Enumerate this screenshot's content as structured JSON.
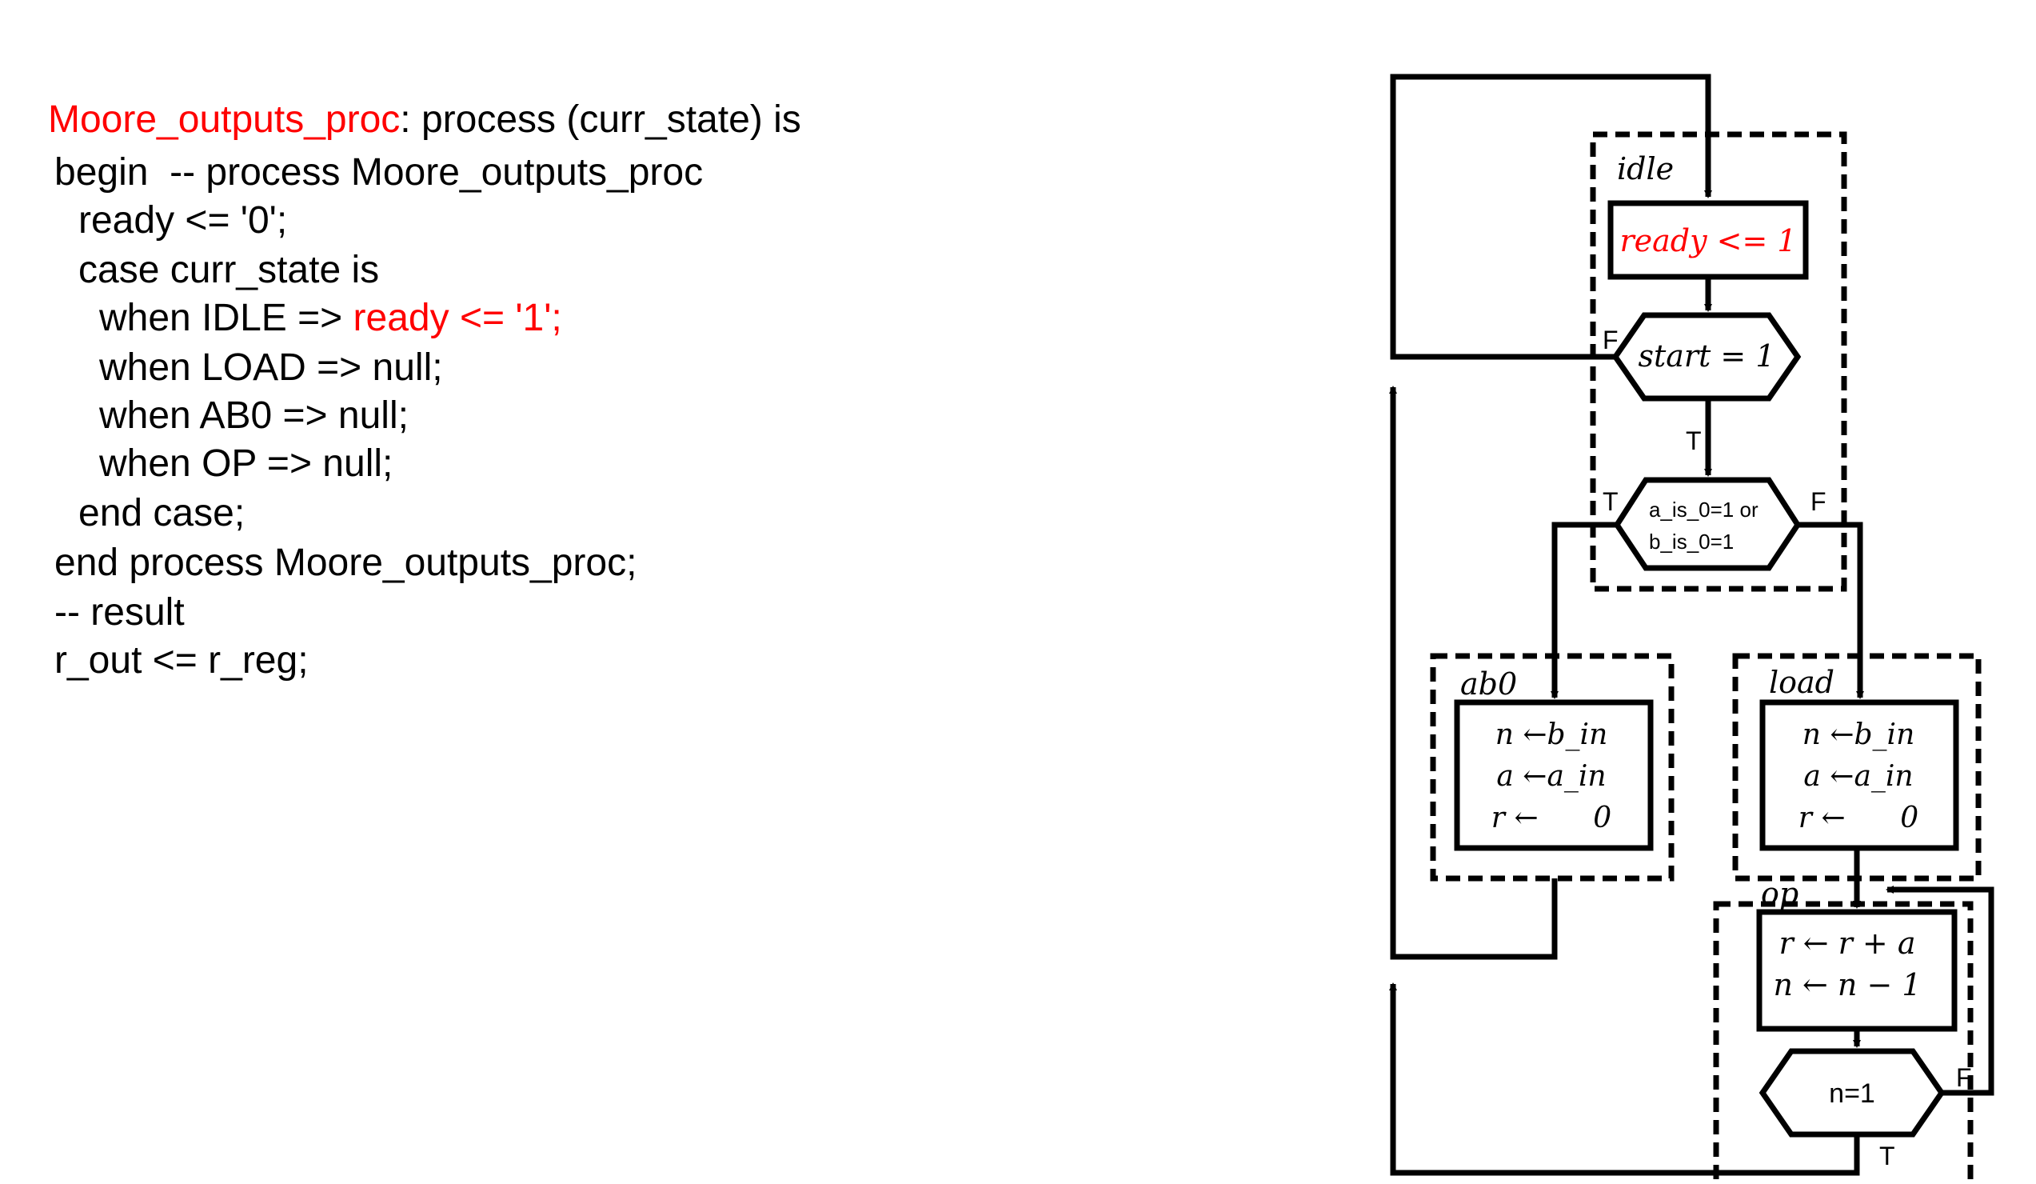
{
  "code": {
    "line1_name": "Moore_outputs_proc",
    "line1_rest": ": process (curr_state) is",
    "line2": "begin  -- process Moore_outputs_proc",
    "line3": "ready <= '0';",
    "line4": "case curr_state is",
    "line5_a": "when IDLE => ",
    "line5_b": "ready <= '1';",
    "line6": "when LOAD => null;",
    "line7": "when AB0 => null;",
    "line8": "when OP => null;",
    "line9": "end case;",
    "line10": "end process Moore_outputs_proc;",
    "line11": "-- result",
    "line12": "r_out <= r_reg;"
  },
  "diagram": {
    "states": {
      "idle": "idle",
      "ab0": "ab0",
      "load": "load",
      "op": "op"
    },
    "idle_box": "ready <= 1",
    "start_cond": "start = 1",
    "zero_cond_1": "a_is_0=1 or",
    "zero_cond_2": "b_is_0=1",
    "ab0_box": [
      "n ←b_in",
      "a ←a_in",
      "r ←      0"
    ],
    "load_box": [
      "n ←b_in",
      "a ←a_in",
      "r ←      0"
    ],
    "op_box": [
      "r ← r + a",
      "n ← n − 1"
    ],
    "n_cond": "n=1",
    "labels": {
      "true": "T",
      "false": "F"
    },
    "colors": {
      "highlight": "#ff0000",
      "stroke": "#000000"
    }
  }
}
